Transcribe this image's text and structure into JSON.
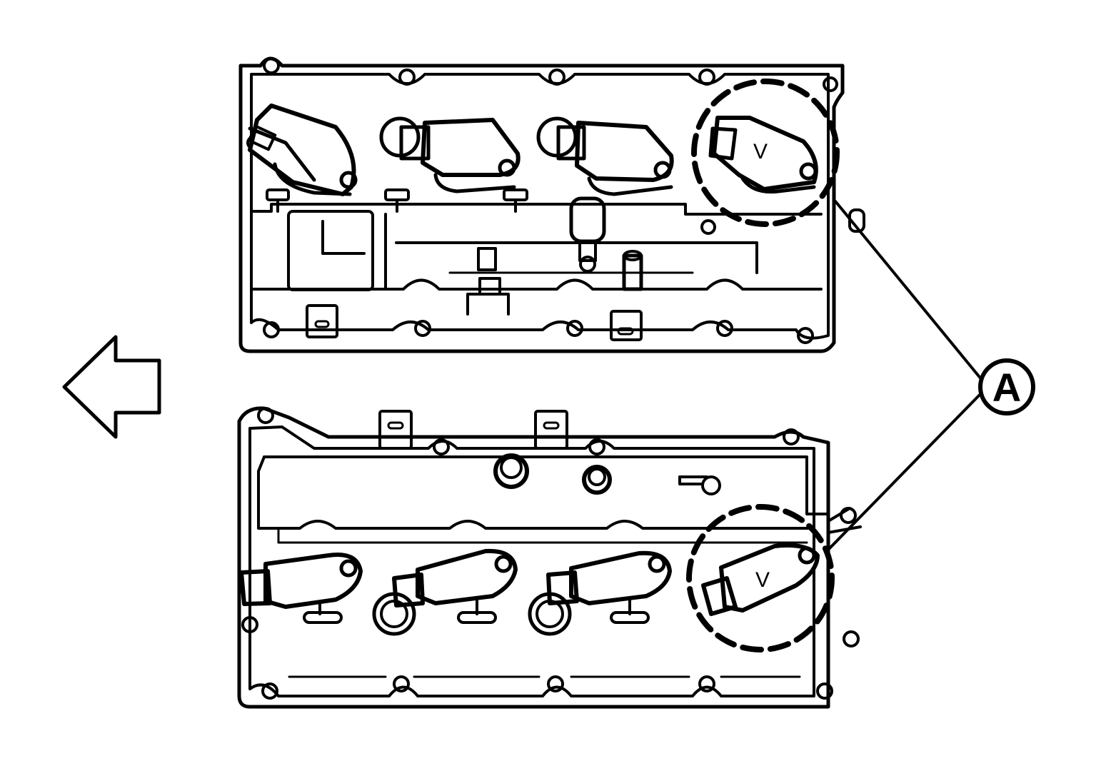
{
  "callout": {
    "label": "A"
  },
  "coil_marks": {
    "upper": "V",
    "lower": "V"
  },
  "icons": {
    "direction_arrow": "arrow-left-outline-icon"
  },
  "colors": {
    "line": "#000000",
    "background": "#ffffff"
  }
}
